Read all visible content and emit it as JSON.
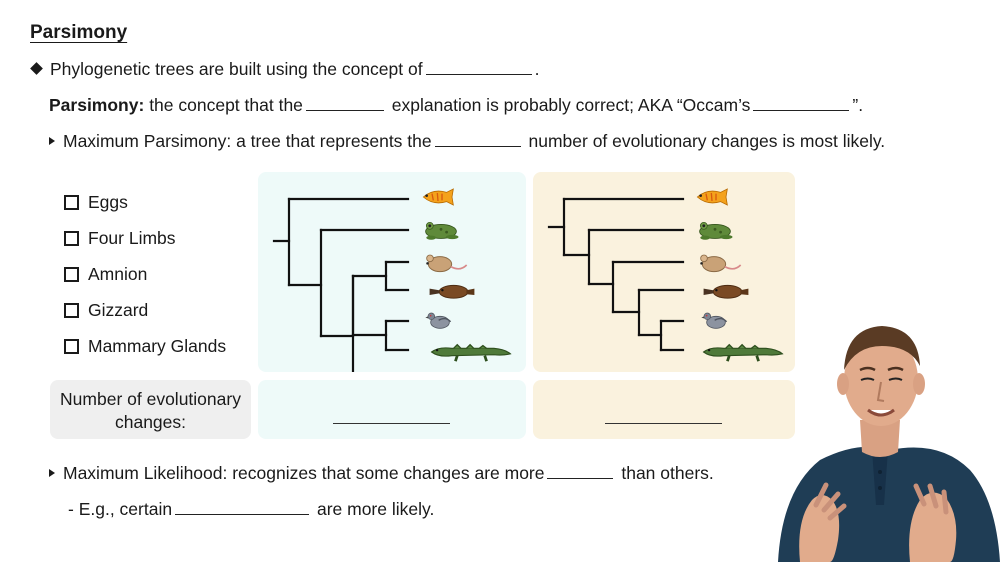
{
  "heading": "Parsimony",
  "bullet1": {
    "text": "Phylogenetic trees are built using the concept of",
    "end": "."
  },
  "definition": {
    "term": "Parsimony:",
    "part1": "the concept that the",
    "part2": "explanation is probably correct;  AKA “Occam’s",
    "end": "”."
  },
  "bullet2": {
    "part1": "Maximum Parsimony: a tree that represents the",
    "part2": "number of evolutionary changes is most likely."
  },
  "traits": [
    "Eggs",
    "Four Limbs",
    "Amnion",
    "Gizzard",
    "Mammary Glands"
  ],
  "changes_label": {
    "line1": "Number of evolutionary",
    "line2": "changes:"
  },
  "animals": [
    "fish-icon",
    "frog-icon",
    "mouse-icon",
    "platypus-icon",
    "pigeon-icon",
    "crocodile-icon"
  ],
  "bullet3": {
    "part1": "Maximum Likelihood: recognizes that some changes are more",
    "part2": "than others."
  },
  "sub_bullet": {
    "dash": "-",
    "part1": "E.g., certain",
    "part2": "are more likely."
  },
  "colors": {
    "panel_blue": "#eefaf9",
    "panel_tan": "#faf2de",
    "panel_gray": "#efefef",
    "presenter_shirt": "#1f3d55"
  }
}
